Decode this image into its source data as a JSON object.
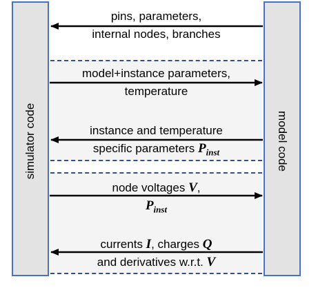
{
  "left_block": {
    "label": "simulator code"
  },
  "right_block": {
    "label": "model code"
  },
  "messages": {
    "pins": {
      "line1": "pins, parameters,",
      "line2": "internal nodes, branches"
    },
    "model_params": {
      "line1": "model+instance parameters,",
      "line2": "temperature"
    },
    "inst_params": {
      "line1": "instance and temperature",
      "line2_prefix": "specific parameters ",
      "sym": "P",
      "sub": "inst"
    },
    "voltages": {
      "line1_prefix": "node voltages ",
      "sym_v": "V",
      "line1_suffix": ",",
      "sym_p": "P",
      "sub": "inst"
    },
    "currents": {
      "l1_a": "currents ",
      "sym_i": "I",
      "l1_b": ", charges ",
      "sym_q": "Q",
      "l2_a": "and derivatives w.r.t. ",
      "sym_v": "V"
    }
  },
  "colors": {
    "block_border": "#4472c4",
    "block_fill": "#e3e3e3",
    "dash": "#2f4f8f",
    "panel_fill": "#f4f4f4"
  }
}
